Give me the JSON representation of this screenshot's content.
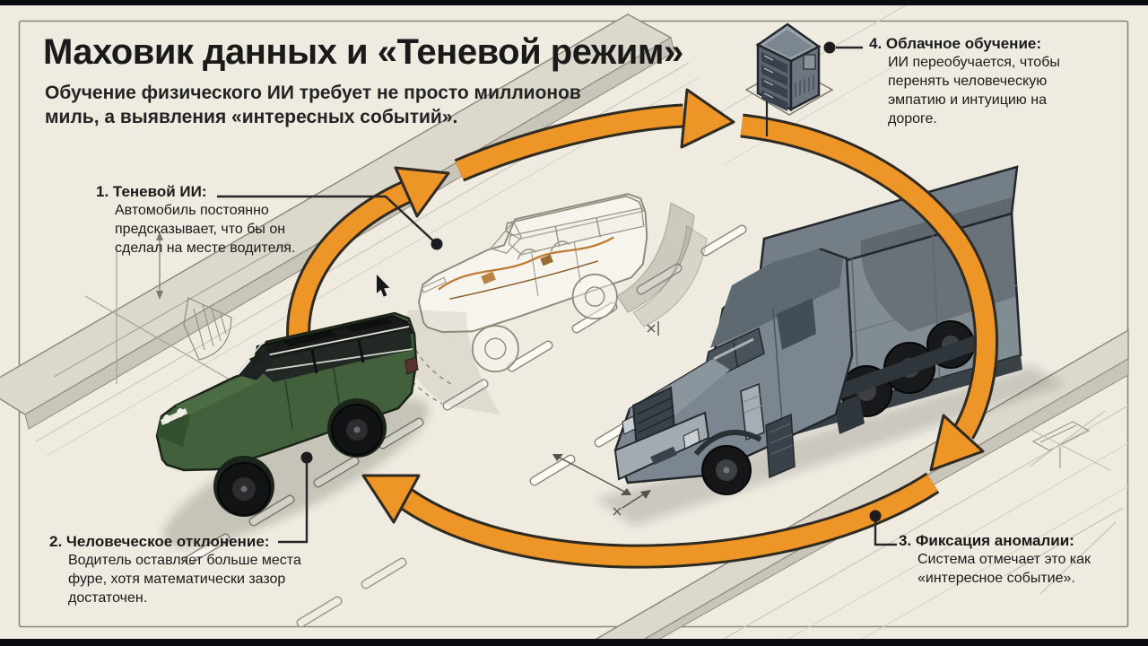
{
  "page": {
    "title": "Маховик данных и «Теневой режим»",
    "subtitle": "Обучение физического ИИ требует не просто миллионов\nмиль, а выявления «интересных событий»."
  },
  "annotations": [
    {
      "title": "1. Теневой ИИ:",
      "body": "Автомобиль постоянно\nпредсказывает, что бы он\nсделал на месте водителя."
    },
    {
      "title": "2. Человеческое отклонение:",
      "body": "Водитель оставляет больше места\nфуре, хотя математически зазор\nдостаточен."
    },
    {
      "title": "3. Фиксация аномалии:",
      "body": "Система отмечает это как\n«интересное событие»."
    },
    {
      "title": "4. Облачное обучение:",
      "body": "ИИ переобучается, чтобы\nперенять человеческую\nэмпатию и интуицию на\nдороге."
    }
  ],
  "scene": {
    "accent_orange": "#EE9527",
    "background_cream": "#EFEBE1",
    "suv_green": "#41603B",
    "truck_gray": "#7C8690",
    "icons": {
      "server": "server-rack-icon",
      "cursor": "mouse-cursor-icon",
      "cycle": "data-flywheel-arrows"
    }
  }
}
